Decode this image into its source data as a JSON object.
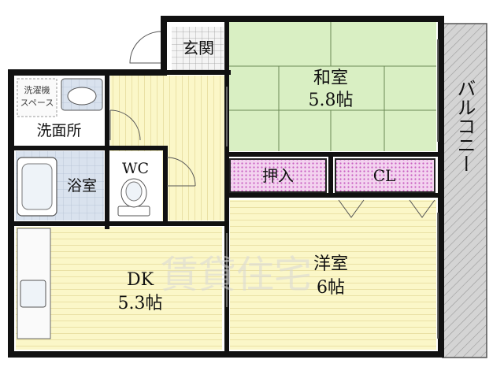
{
  "rooms": {
    "genkan": "玄関",
    "washitsu": "和室",
    "washitsu_size": "5.8帖",
    "senmenjo": "洗面所",
    "sentakuki": "洗濯機",
    "sentakuki_space": "スペース",
    "yokushitsu": "浴室",
    "wc": "WC",
    "oshiire": "押入",
    "cl": "CL",
    "dk": "DK",
    "dk_size": "5.3帖",
    "youshitsu": "洋室",
    "youshitsu_size": "6帖",
    "balcony": "バルコニー"
  },
  "watermark": "賃貸住宅",
  "colors": {
    "wall": "#111111",
    "flooring": "#fbf7c8",
    "tatami": "#d9efc3",
    "closet": "#f0c6ec",
    "balcony": "#cfcfcf",
    "tile": "#d5dde8"
  }
}
